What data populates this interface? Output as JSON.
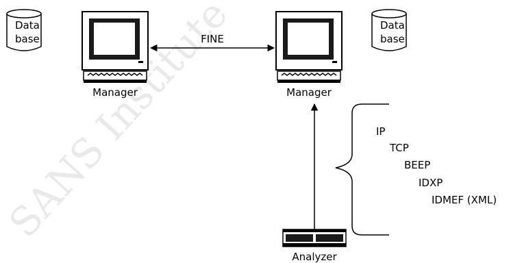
{
  "watermark": "SANS Institute",
  "connection": {
    "label": "FINE"
  },
  "managers": [
    {
      "label": "Manager",
      "database_line1": "Data",
      "database_line2": "base"
    },
    {
      "label": "Manager",
      "database_line1": "Data",
      "database_line2": "base"
    }
  ],
  "analyzer": {
    "label": "Analyzer"
  },
  "protocol_stack": [
    "IP",
    "TCP",
    "BEEP",
    "IDXP",
    "IDMEF (XML)"
  ],
  "colors": {
    "stroke": "#000000",
    "background": "#ffffff",
    "watermark": "#e9e9e9"
  }
}
